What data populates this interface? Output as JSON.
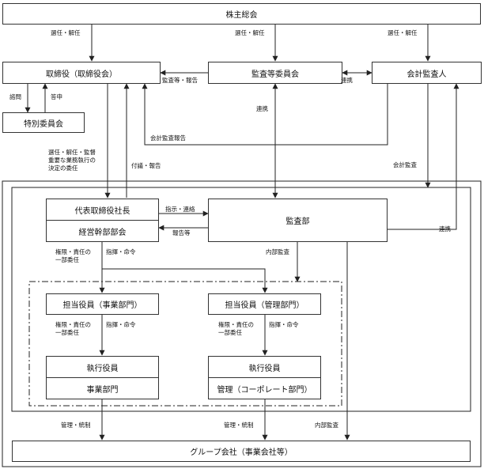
{
  "nodes": {
    "shareholders": "株主総会",
    "board": "取締役（取締役会）",
    "audit_committee": "監査等委員会",
    "accounting_auditor": "会計監査人",
    "special_committee": "特別委員会",
    "president": "代表取締役社長",
    "management_meeting": "経営幹部部会",
    "audit_dept": "監査部",
    "officer_business": "担当役員（事業部門）",
    "officer_admin": "担当役員（管理部門）",
    "exec_officer_1": "執行役員",
    "business_div": "事業部門",
    "exec_officer_2": "執行役員",
    "corporate_div": "管理（コーポレート部門）",
    "group_companies": "グループ会社（事業会社等）"
  },
  "labels": {
    "elect_board": "選任・解任",
    "elect_audit": "選任・解任",
    "elect_accounting": "選任・解任",
    "audit_report": "監査等・報告",
    "cooperation_top": "連携",
    "consult": "諮問",
    "report_back": "答申",
    "cooperation_mid": "連携",
    "accounting_audit_report": "会計監査報告",
    "delegation": "選任・解任・監督\n重要な業務執行の\n決定の委任",
    "agenda_report": "付議・報告",
    "accounting_audit": "会計監査",
    "instruction": "指示・連絡",
    "report_etc": "報告等",
    "cooperation_right": "連携",
    "authority_1": "権限・責任の\n一部委任",
    "command_1": "指揮・命令",
    "internal_audit_1": "内部監査",
    "authority_2": "権限・責任の\n一部委任",
    "command_2": "指揮・命令",
    "authority_3": "権限・責任の\n一部委任",
    "command_3": "指揮・命令",
    "manage_1": "管理・統制",
    "manage_2": "管理・統制",
    "internal_audit_2": "内部監査"
  }
}
